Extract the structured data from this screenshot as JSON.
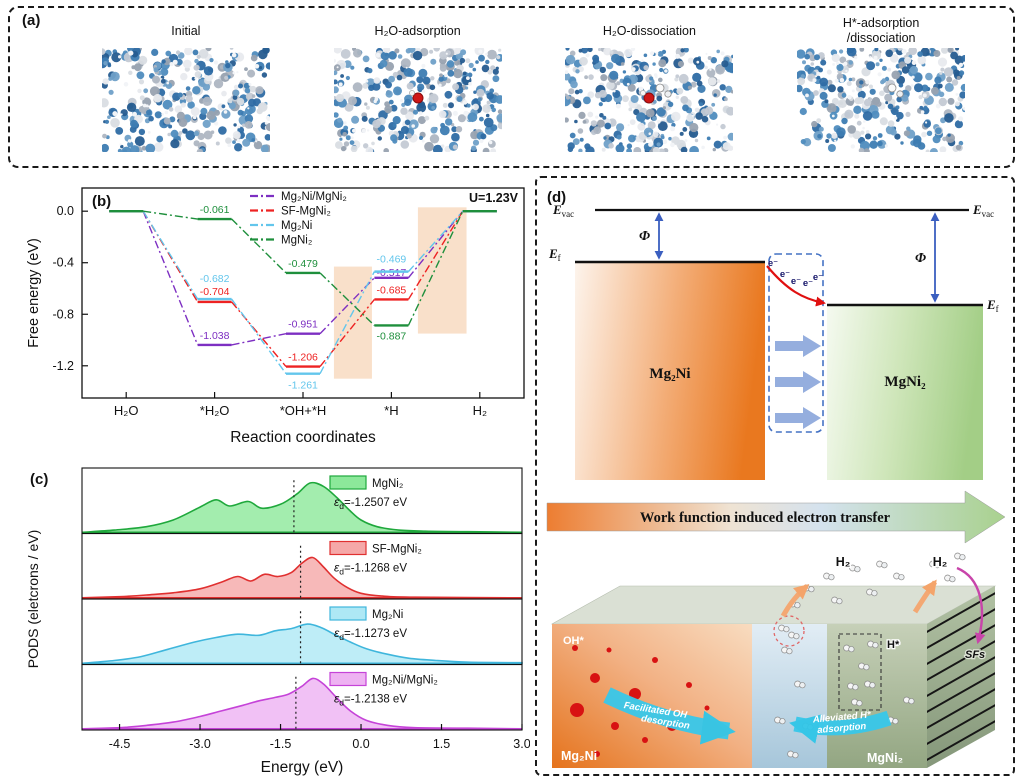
{
  "panel_a": {
    "tag": "(a)",
    "items": [
      {
        "title": "Initial",
        "marker": "none"
      },
      {
        "title": "H₂O-adsorption",
        "marker": "red"
      },
      {
        "title": "H₂O-dissociation",
        "marker": "red-white"
      },
      {
        "title": "H*-adsorption\n/dissociation",
        "marker": "white-pair"
      }
    ]
  },
  "chart_data": [
    {
      "id": "b",
      "type": "line",
      "tag": "(b)",
      "annotation": "U=1.23V",
      "xlabel": "Reaction coordinates",
      "ylabel": "Free energy (eV)",
      "categories": [
        "H₂O",
        "*H₂O",
        "*OH+*H",
        "*H",
        "H₂"
      ],
      "ylim": [
        -1.45,
        0.18
      ],
      "yticks": [
        "0.0",
        "-0.4",
        "-0.8",
        "-1.2"
      ],
      "ytick_values": [
        0.0,
        -0.4,
        -0.8,
        -1.2
      ],
      "highlight_color": "#f4c79e",
      "highlights": [
        {
          "x0": 2.35,
          "x1": 2.78,
          "y0": -0.43,
          "y1": -1.3
        },
        {
          "x0": 3.3,
          "x1": 3.85,
          "y0": 0.03,
          "y1": -0.95
        }
      ],
      "series": [
        {
          "name": "Mg₂Ni/MgNi₂",
          "color": "#7d2fc2",
          "values": [
            0,
            -1.038,
            -0.951,
            -0.517,
            0
          ],
          "labels": [
            {
              "i": 1,
              "text": "-1.038",
              "dy": -6
            },
            {
              "i": 2,
              "text": "-0.951",
              "dy": -6
            },
            {
              "i": 3,
              "text": "-0.517",
              "dy": -2
            }
          ]
        },
        {
          "name": "SF-MgNi₂",
          "color": "#ee2222",
          "values": [
            0,
            -0.704,
            -1.206,
            -0.685,
            0
          ],
          "labels": [
            {
              "i": 1,
              "text": "-0.704",
              "dy": -7
            },
            {
              "i": 2,
              "text": "-1.206",
              "dy": -6
            },
            {
              "i": 3,
              "text": "-0.685",
              "dy": -6
            }
          ]
        },
        {
          "name": "Mg₂Ni",
          "color": "#63c6ec",
          "values": [
            0,
            -0.682,
            -1.261,
            -0.469,
            0
          ],
          "labels": [
            {
              "i": 1,
              "text": "-0.682",
              "dy": -17
            },
            {
              "i": 2,
              "text": "-1.261",
              "dy": 15
            },
            {
              "i": 3,
              "text": "-0.469",
              "dy": -9
            }
          ]
        },
        {
          "name": "MgNi₂",
          "color": "#1e8f3c",
          "values": [
            0,
            -0.061,
            -0.479,
            -0.887,
            0
          ],
          "labels": [
            {
              "i": 1,
              "text": "-0.061",
              "dy": -6
            },
            {
              "i": 2,
              "text": "-0.479",
              "dy": -6
            },
            {
              "i": 3,
              "text": "-0.887",
              "dy": 14
            }
          ]
        }
      ]
    },
    {
      "id": "c",
      "type": "area",
      "tag": "(c)",
      "xlabel": "Energy (eV)",
      "ylabel": "PODS (eletcrons / eV)",
      "xlim": [
        -5.2,
        3.0
      ],
      "xticks": [
        "-4.5",
        "-3.0",
        "-1.5",
        "0.0",
        "1.5",
        "3.0"
      ],
      "xtick_values": [
        -4.5,
        -3.0,
        -1.5,
        0.0,
        1.5,
        3.0
      ],
      "eps_symbol": "ε",
      "eps_sub": "d",
      "eps_unit": "eV",
      "panels": [
        {
          "name": "MgNi₂",
          "color": "#1fa83c",
          "fill": "#8ce89a",
          "eps": "-1.2507",
          "eps_value": -1.2507,
          "points": [
            [
              -5.2,
              0
            ],
            [
              -4.6,
              0.04
            ],
            [
              -4.0,
              0.1
            ],
            [
              -3.5,
              0.22
            ],
            [
              -3.0,
              0.45
            ],
            [
              -2.7,
              0.58
            ],
            [
              -2.45,
              0.47
            ],
            [
              -2.1,
              0.55
            ],
            [
              -1.85,
              0.43
            ],
            [
              -1.5,
              0.5
            ],
            [
              -1.2,
              0.68
            ],
            [
              -0.95,
              0.88
            ],
            [
              -0.7,
              0.82
            ],
            [
              -0.45,
              0.62
            ],
            [
              -0.2,
              0.38
            ],
            [
              0.0,
              0.22
            ],
            [
              0.3,
              0.1
            ],
            [
              0.7,
              0.04
            ],
            [
              1.2,
              0.02
            ],
            [
              2.0,
              0.01
            ],
            [
              3.0,
              0
            ]
          ]
        },
        {
          "name": "SF-MgNi₂",
          "color": "#e03030",
          "fill": "#f5a8a8",
          "eps": "-1.1268",
          "eps_value": -1.1268,
          "points": [
            [
              -5.2,
              0
            ],
            [
              -4.5,
              0.02
            ],
            [
              -4.0,
              0.05
            ],
            [
              -3.5,
              0.09
            ],
            [
              -3.0,
              0.16
            ],
            [
              -2.6,
              0.28
            ],
            [
              -2.3,
              0.38
            ],
            [
              -2.05,
              0.3
            ],
            [
              -1.8,
              0.42
            ],
            [
              -1.55,
              0.38
            ],
            [
              -1.3,
              0.45
            ],
            [
              -1.1,
              0.62
            ],
            [
              -0.9,
              0.72
            ],
            [
              -0.7,
              0.55
            ],
            [
              -0.5,
              0.35
            ],
            [
              -0.25,
              0.18
            ],
            [
              0.0,
              0.08
            ],
            [
              0.4,
              0.03
            ],
            [
              1.0,
              0.01
            ],
            [
              3.0,
              0
            ]
          ]
        },
        {
          "name": "Mg₂Ni",
          "color": "#3fb6dc",
          "fill": "#aee8f5",
          "eps": "-1.1273",
          "eps_value": -1.1273,
          "points": [
            [
              -5.2,
              0
            ],
            [
              -4.6,
              0.05
            ],
            [
              -4.1,
              0.12
            ],
            [
              -3.6,
              0.25
            ],
            [
              -3.1,
              0.38
            ],
            [
              -2.7,
              0.46
            ],
            [
              -2.3,
              0.52
            ],
            [
              -1.9,
              0.5
            ],
            [
              -1.6,
              0.58
            ],
            [
              -1.3,
              0.62
            ],
            [
              -1.0,
              0.7
            ],
            [
              -0.75,
              0.64
            ],
            [
              -0.5,
              0.52
            ],
            [
              -0.2,
              0.38
            ],
            [
              0.1,
              0.26
            ],
            [
              0.5,
              0.16
            ],
            [
              0.9,
              0.09
            ],
            [
              1.4,
              0.05
            ],
            [
              2.0,
              0.02
            ],
            [
              3.0,
              0.01
            ]
          ]
        },
        {
          "name": "Mg₂Ni/MgNi₂",
          "color": "#c543d8",
          "fill": "#eeb2f2",
          "eps": "-1.2138",
          "eps_value": -1.2138,
          "points": [
            [
              -5.2,
              0
            ],
            [
              -4.5,
              0.02
            ],
            [
              -4.0,
              0.06
            ],
            [
              -3.5,
              0.12
            ],
            [
              -3.0,
              0.22
            ],
            [
              -2.6,
              0.32
            ],
            [
              -2.2,
              0.42
            ],
            [
              -1.9,
              0.5
            ],
            [
              -1.6,
              0.56
            ],
            [
              -1.35,
              0.62
            ],
            [
              -1.1,
              0.76
            ],
            [
              -0.9,
              0.9
            ],
            [
              -0.7,
              0.8
            ],
            [
              -0.45,
              0.55
            ],
            [
              -0.2,
              0.32
            ],
            [
              0.1,
              0.15
            ],
            [
              0.5,
              0.06
            ],
            [
              1.0,
              0.02
            ],
            [
              2.0,
              0.01
            ],
            [
              3.0,
              0
            ]
          ]
        }
      ]
    }
  ],
  "panel_d": {
    "tag": "(d)",
    "band": {
      "evac": "E",
      "evac_sub": "vac",
      "ef": "E",
      "ef_sub": "f",
      "phi": "Φ",
      "left_material": "Mg₂Ni",
      "right_material": "MgNi₂",
      "electrons": [
        "e⁻",
        "e⁻",
        "e⁻",
        "e⁻",
        "e⁻"
      ],
      "banner": "Work function induced electron transfer",
      "left_color": "#ed7d31",
      "right_color": "#a9d18e"
    },
    "illustration": {
      "oh_label": "OH*",
      "h_label": "H*",
      "h2_left": "H₂",
      "h2_right": "H₂",
      "sfs_label": "SFs",
      "left_material": "Mg₂Ni",
      "right_material": "MgNi₂",
      "arrow_left_lines": [
        "Facilitated OH",
        "desorption"
      ],
      "arrow_right_lines": [
        "Alleviated H*",
        "adsorption"
      ]
    }
  }
}
